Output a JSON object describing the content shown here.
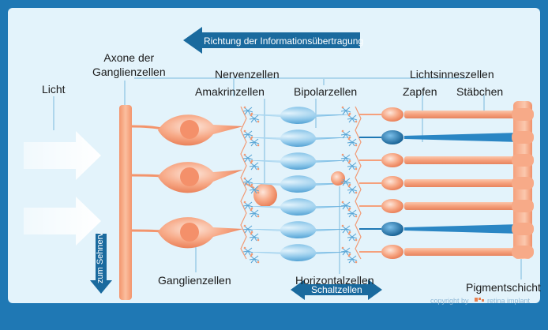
{
  "labels": {
    "licht": "Licht",
    "axone": "Axone der\nGanglienzellen",
    "nervenzellen": "Nervenzellen",
    "amakrinzellen": "Amakrinzellen",
    "bipolarzellen": "Bipolarzellen",
    "lichtsinneszellen": "Lichtsinneszellen",
    "zapfen": "Zapfen",
    "staebchen": "Stäbchen",
    "ganglienzellen": "Ganglienzellen",
    "horizontalzellen": "Horizontalzellen",
    "pigmentschicht": "Pigmentschicht",
    "richtung": "Richtung der Informationsübertragung",
    "schaltzellen": "Schaltzellen",
    "sehnerv": "zum Sehnerv",
    "copyright_prefix": "copyright by",
    "copyright_brand": "retina implant"
  },
  "colors": {
    "background": "#1f78b4",
    "panel": "#e3f3fb",
    "ganglion_cell": "#f5a07c",
    "bipolar_cell": "#8fc8ea",
    "cone_dark": "#1f78b4",
    "rod": "#f5a07c",
    "arrow_blue": "#1a6a9e",
    "light_arrow": "#ffffff"
  }
}
